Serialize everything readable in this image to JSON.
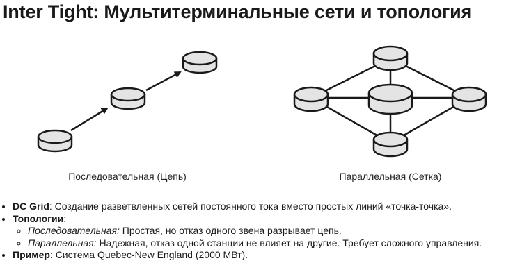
{
  "title": "Inter Tight: Мультитерминальные сети и топология",
  "diagrams": {
    "serial_caption": "Последовательная (Цепь)",
    "parallel_caption": "Параллельная (Сетка)"
  },
  "bullets": {
    "dc_grid_term": "DC Grid",
    "dc_grid_text": ": Создание разветвленных сетей постоянного тока вместо простых линий «точка-точка».",
    "topologies_term": "Топологии",
    "topologies_colon": ":",
    "serial_term": "Последовательная:",
    "serial_text": " Простая, но отказ одного звена разрывает цепь.",
    "parallel_term": "Параллельная:",
    "parallel_text": " Надежная, отказ одной станции не влияет на другие. Требует сложного управления.",
    "example_term": "Пример",
    "example_text": ": Система Quebec-New England (2000 МВт)."
  }
}
